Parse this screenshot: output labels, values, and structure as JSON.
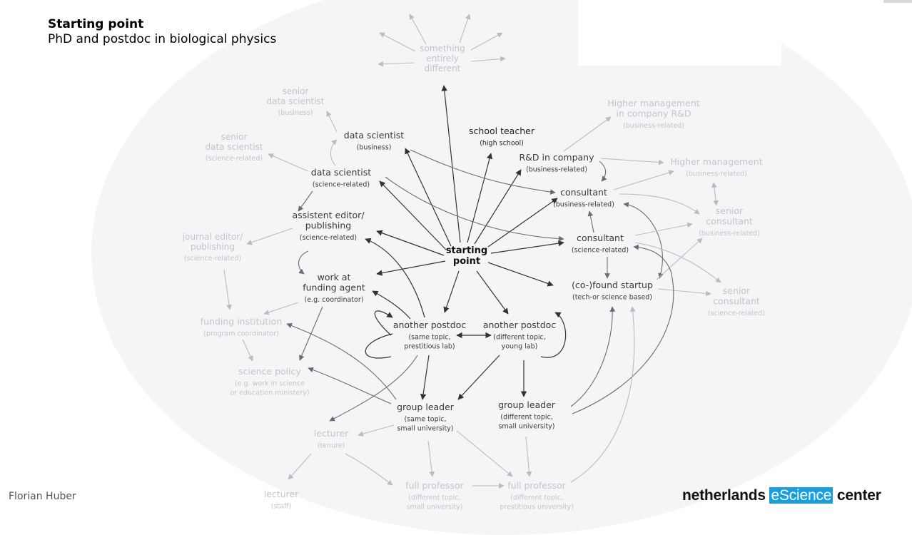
{
  "header": {
    "title": "Starting point",
    "subtitle": "PhD and postdoc in biological physics"
  },
  "footer": {
    "author": "Florian Huber",
    "logo_part1": "netherlands ",
    "logo_part2": "eScience",
    "logo_part3": " center"
  },
  "colors": {
    "background": "#ffffff",
    "ellipse": "#f4f5f7",
    "dark_node": "#222222",
    "mid_node": "#3a3a3a",
    "faint_node": "#c2c5ca",
    "dark_arrow": "#333333",
    "faint_arrow": "#b9bcc1",
    "logo_accent": "#1a9fdc"
  },
  "nodes": {
    "something_different": {
      "lines": [
        "something",
        "entirely",
        "different"
      ],
      "sub": []
    },
    "senior_ds_business": {
      "lines": [
        "senior",
        "data scientist"
      ],
      "sub": [
        "(business)"
      ]
    },
    "ds_business": {
      "lines": [
        "data scientist"
      ],
      "sub": [
        "(business)"
      ]
    },
    "senior_ds_science": {
      "lines": [
        "senior",
        "data scientist"
      ],
      "sub": [
        "(science-related)"
      ]
    },
    "ds_science": {
      "lines": [
        "data scientist"
      ],
      "sub": [
        "(science-related)"
      ]
    },
    "school_teacher": {
      "lines": [
        "school teacher"
      ],
      "sub": [
        "(high school)"
      ]
    },
    "higher_mgmt_rd": {
      "lines": [
        "Higher management",
        "in company R&D"
      ],
      "sub": [
        "(business-related)"
      ]
    },
    "rd_company": {
      "lines": [
        "R&D in company"
      ],
      "sub": [
        "(business-related)"
      ]
    },
    "higher_mgmt": {
      "lines": [
        "Higher management"
      ],
      "sub": [
        "(business-related)"
      ]
    },
    "consultant_business": {
      "lines": [
        "consultant"
      ],
      "sub": [
        "(business-related)"
      ]
    },
    "senior_consultant_business": {
      "lines": [
        "senior",
        "consultant"
      ],
      "sub": [
        "(business-related)"
      ]
    },
    "assistant_editor": {
      "lines": [
        "assistent editor/",
        "publishing"
      ],
      "sub": [
        "(science-related)"
      ]
    },
    "journal_editor": {
      "lines": [
        "journal editor/",
        "publishing"
      ],
      "sub": [
        "(science-related)"
      ]
    },
    "starting_point": {
      "lines": [
        "starting",
        "point"
      ],
      "sub": []
    },
    "consultant_science": {
      "lines": [
        "consultant"
      ],
      "sub": [
        "(science-related)"
      ]
    },
    "funding_agent": {
      "lines": [
        "work at",
        "funding agent"
      ],
      "sub": [
        "(e.g. coordinator)"
      ]
    },
    "startup": {
      "lines": [
        "(co-)found startup"
      ],
      "sub": [
        "(tech-or science based)"
      ]
    },
    "senior_consultant_science": {
      "lines": [
        "senior",
        "consultant"
      ],
      "sub": [
        "(science-related)"
      ]
    },
    "funding_institution": {
      "lines": [
        "funding institution"
      ],
      "sub": [
        "(program coordinator)"
      ]
    },
    "postdoc_same": {
      "lines": [
        "another postdoc"
      ],
      "sub": [
        "(same topic,",
        "prestitious lab)"
      ]
    },
    "postdoc_diff": {
      "lines": [
        "another postdoc"
      ],
      "sub": [
        "(different topic,",
        "young lab)"
      ]
    },
    "science_policy": {
      "lines": [
        "science policy"
      ],
      "sub": [
        "(e.g. work in science",
        "or education ministery)"
      ]
    },
    "group_leader_same": {
      "lines": [
        "group leader"
      ],
      "sub": [
        "(same topic,",
        "small university)"
      ]
    },
    "group_leader_diff": {
      "lines": [
        "group leader"
      ],
      "sub": [
        "(different topic,",
        "small university)"
      ]
    },
    "lecturer_tenure": {
      "lines": [
        "lecturer"
      ],
      "sub": [
        "(tenure)"
      ]
    },
    "lecturer_staff": {
      "lines": [
        "lecturer"
      ],
      "sub": [
        "(staff)"
      ]
    },
    "full_prof_small": {
      "lines": [
        "full professor"
      ],
      "sub": [
        "(different topic,",
        "small university)"
      ]
    },
    "full_prof_prest": {
      "lines": [
        "full professor"
      ],
      "sub": [
        "(different topic,",
        "prestitious university)"
      ]
    }
  }
}
